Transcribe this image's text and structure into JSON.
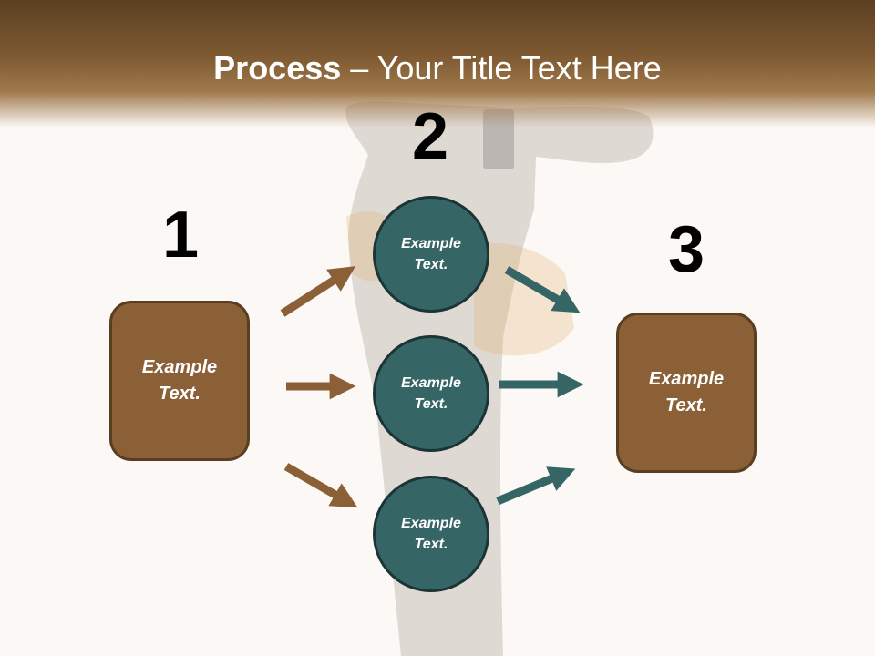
{
  "title": {
    "bold": "Process",
    "rest": " – Your Title Text Here"
  },
  "steps": [
    {
      "number": "1",
      "text": "Example\nText."
    },
    {
      "number": "2",
      "items": [
        "Example\nText.",
        "Example\nText.",
        "Example\nText."
      ]
    },
    {
      "number": "3",
      "text": "Example\nText."
    }
  ],
  "colors": {
    "header": "#7f5a32",
    "box": "#8b6037",
    "circle": "#366566",
    "arrow_left": "#8b6037",
    "arrow_right": "#366566"
  }
}
